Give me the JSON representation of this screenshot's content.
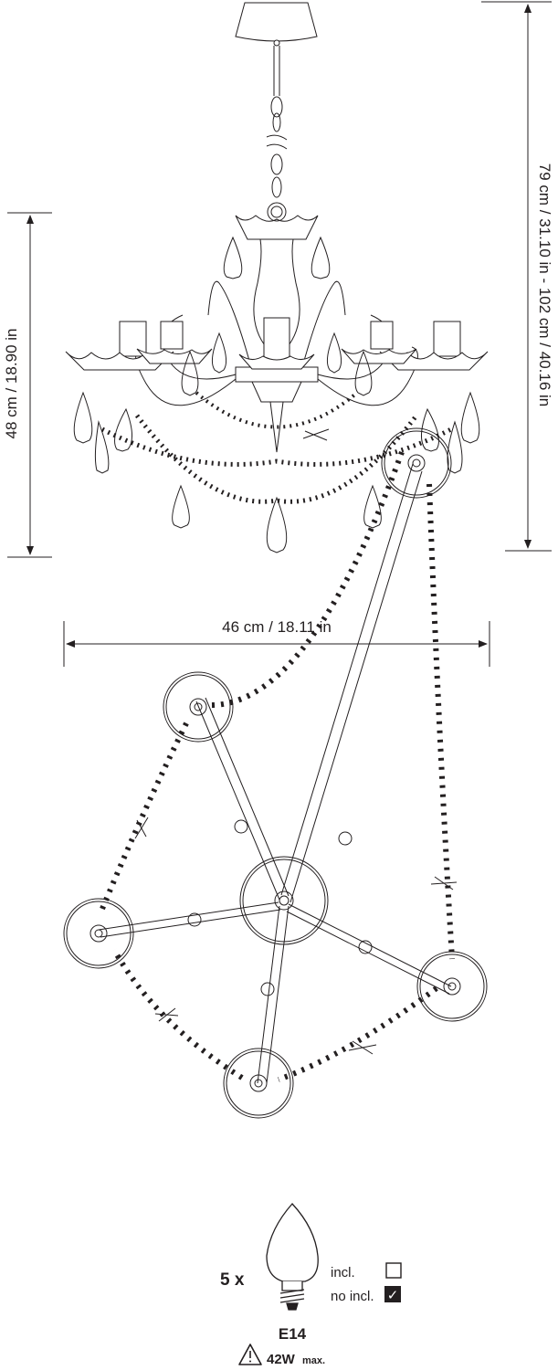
{
  "dimensions": {
    "width": "46 cm / 18.11 in",
    "body_height": "48 cm / 18.90 in",
    "total_height": "79 cm / 31.10 in - 102 cm / 40.16 in"
  },
  "bulbs": {
    "count": "5 x",
    "socket": "E14",
    "included_label": "incl.",
    "not_included_label": "no incl.",
    "included": false,
    "max_power": "42W",
    "max_label": "max.",
    "check_glyph": "✓"
  },
  "icons": [
    "candle-bulb-icon",
    "warning-triangle-icon",
    "checkbox-checked-icon",
    "checkbox-empty-icon"
  ]
}
